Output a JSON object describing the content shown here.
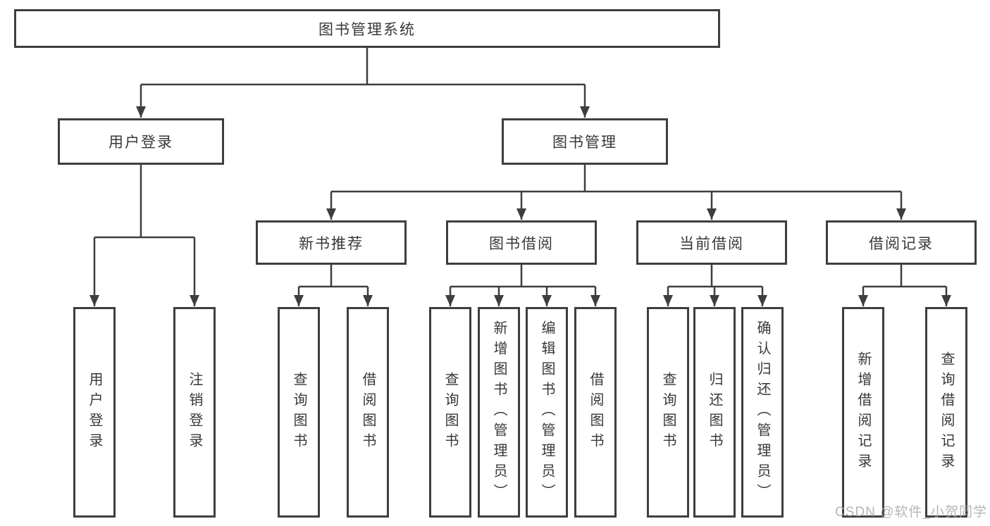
{
  "tree": {
    "root": "图书管理系统",
    "children": [
      {
        "label": "用户登录",
        "children": [
          "用户登录",
          "注销登录"
        ]
      },
      {
        "label": "图书管理",
        "children": [
          {
            "label": "新书推荐",
            "children": [
              "查询图书",
              "借阅图书"
            ]
          },
          {
            "label": "图书借阅",
            "children": [
              "查询图书",
              "新增图书（管理员）",
              "编辑图书（管理员）",
              "借阅图书"
            ]
          },
          {
            "label": "当前借阅",
            "children": [
              "查询图书",
              "归还图书",
              "确认归还（管理员）"
            ]
          },
          {
            "label": "借阅记录",
            "children": [
              "新增借阅记录",
              "查询借阅记录"
            ]
          }
        ]
      }
    ]
  },
  "watermark": {
    "text": "CSDN @软件_小贺同学"
  },
  "colors": {
    "line": "#3e3e3e",
    "box_border": "#3e3e3e",
    "text": "#383838",
    "watermark": "#a8a8a8",
    "background": "#ffffff"
  }
}
